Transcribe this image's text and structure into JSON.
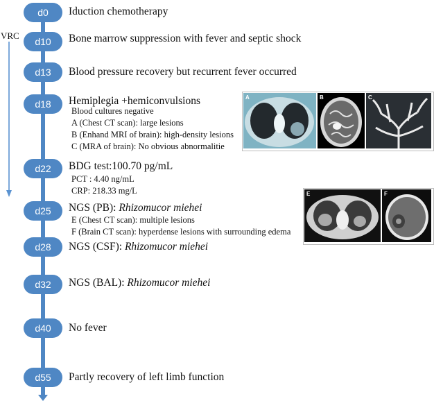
{
  "vrc_label": "VRC",
  "events": [
    {
      "day": "d0",
      "title": "Iduction chemotherapy"
    },
    {
      "day": "d10",
      "title": "Bone marrow suppression with fever and septic shock"
    },
    {
      "day": "d13",
      "title": "Blood pressure recovery but recurrent fever occurred"
    },
    {
      "day": "d18",
      "title": "Hemiplegia +hemiconvulsions",
      "details": [
        "Blood cultures negative",
        "A (Chest CT scan): large lesions",
        "B (Enhand MRI of brain): high-density lesions",
        "C (MRA of brain): No obvious abnormalitie"
      ]
    },
    {
      "day": "d22",
      "title": "BDG test:100.70 pg/mL",
      "details": [
        "PCT : 4.40 ng/mL",
        "CRP: 218.33 mg/L"
      ]
    },
    {
      "day": "d25",
      "title": "NGS (PB): ",
      "organism": "Rhizomucor miehei",
      "details": [
        "E (Chest CT scan): multiple lesions",
        "F (Brain CT scan): hyperdense lesions with surrounding edema"
      ]
    },
    {
      "day": "d28",
      "title": "NGS (CSF): ",
      "organism": "Rhizomucor miehei"
    },
    {
      "day": "d32",
      "title": "NGS (BAL): ",
      "organism": "Rhizomucor miehei"
    },
    {
      "day": "d40",
      "title": "No fever"
    },
    {
      "day": "d55",
      "title": "Partly recovery of left limb function"
    }
  ],
  "scan_labels": [
    "A",
    "B",
    "C",
    "E",
    "F"
  ],
  "colors": {
    "node": "#4f87c4",
    "line": "#4f87c4",
    "arrow": "#5b93d1"
  }
}
